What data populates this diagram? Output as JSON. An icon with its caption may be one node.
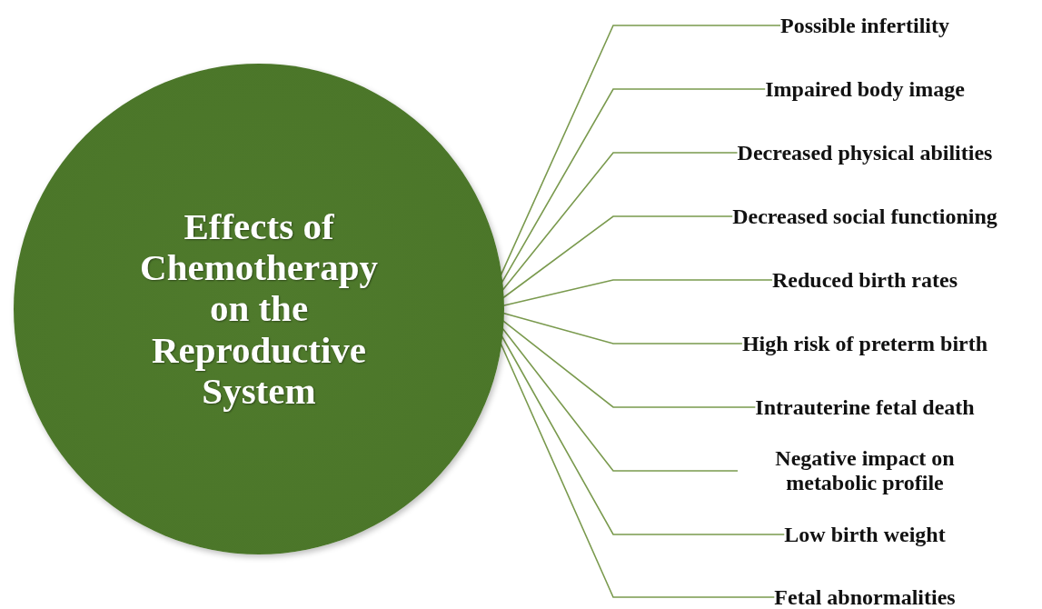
{
  "diagram": {
    "nodes": [
      {
        "text": [
          "Effects of Chemotherapy on the Reproductive System"
        ]
      },
      {
        "text": [
          "Possible infertility"
        ]
      },
      {
        "text": [
          "Impaired body image"
        ]
      },
      {
        "text": [
          "Decreased physical abilities"
        ]
      },
      {
        "text": [
          "Decreased social functioning"
        ]
      },
      {
        "text": [
          "Reduced birth rates"
        ]
      },
      {
        "text": [
          "High risk of preterm birth"
        ]
      },
      {
        "text": [
          "Intrauterine fetal death"
        ]
      },
      {
        "text": [
          "Negative impact on metabolic profile"
        ]
      },
      {
        "text": [
          "Low birth weight"
        ]
      },
      {
        "text": [
          "Fetal abnormalities"
        ]
      }
    ],
    "edges": [
      {
        "from": 0,
        "to": 1,
        "arrow": "none"
      },
      {
        "from": 0,
        "to": 2,
        "arrow": "none"
      },
      {
        "from": 0,
        "to": 3,
        "arrow": "none"
      },
      {
        "from": 0,
        "to": 4,
        "arrow": "none"
      },
      {
        "from": 0,
        "to": 5,
        "arrow": "none"
      },
      {
        "from": 0,
        "to": 6,
        "arrow": "none"
      },
      {
        "from": 0,
        "to": 7,
        "arrow": "none"
      },
      {
        "from": 0,
        "to": 8,
        "arrow": "none"
      },
      {
        "from": 0,
        "to": 9,
        "arrow": "none"
      },
      {
        "from": 0,
        "to": 10,
        "arrow": "none"
      }
    ]
  }
}
